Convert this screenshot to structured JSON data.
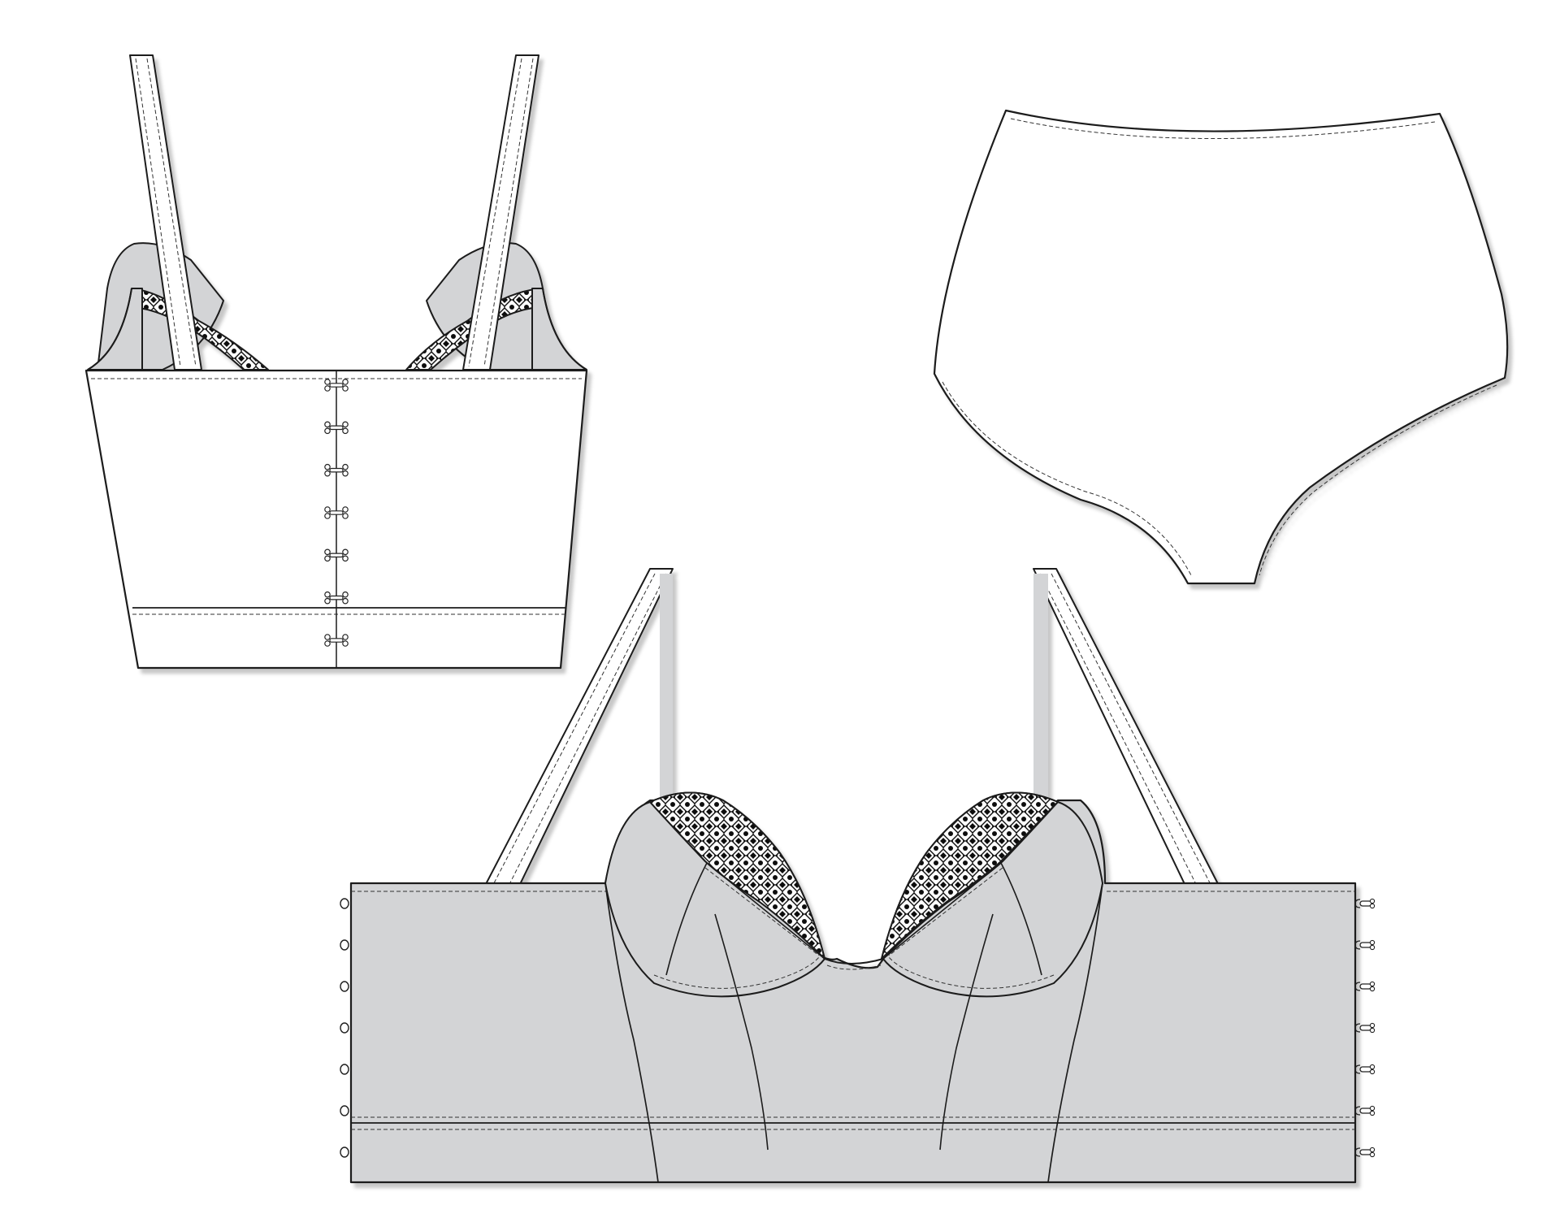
{
  "drawings": [
    {
      "id": "bralette-back",
      "kind": "garment",
      "part": "back",
      "closure": "hook-and-eye"
    },
    {
      "id": "high-waist-brief",
      "kind": "garment",
      "part": "front"
    },
    {
      "id": "longline-bra-front",
      "kind": "garment",
      "part": "front",
      "closure": "hook-and-eye"
    }
  ],
  "colors": {
    "outline": "#1a1a1a",
    "fabric_light": "#ffffff",
    "fabric_shade": "#d3d4d6",
    "lace": "#111111",
    "shadow": "#bfbfbf"
  },
  "hooks": {
    "back_count": 7,
    "front_eye_count": 7,
    "front_hook_count": 7
  }
}
